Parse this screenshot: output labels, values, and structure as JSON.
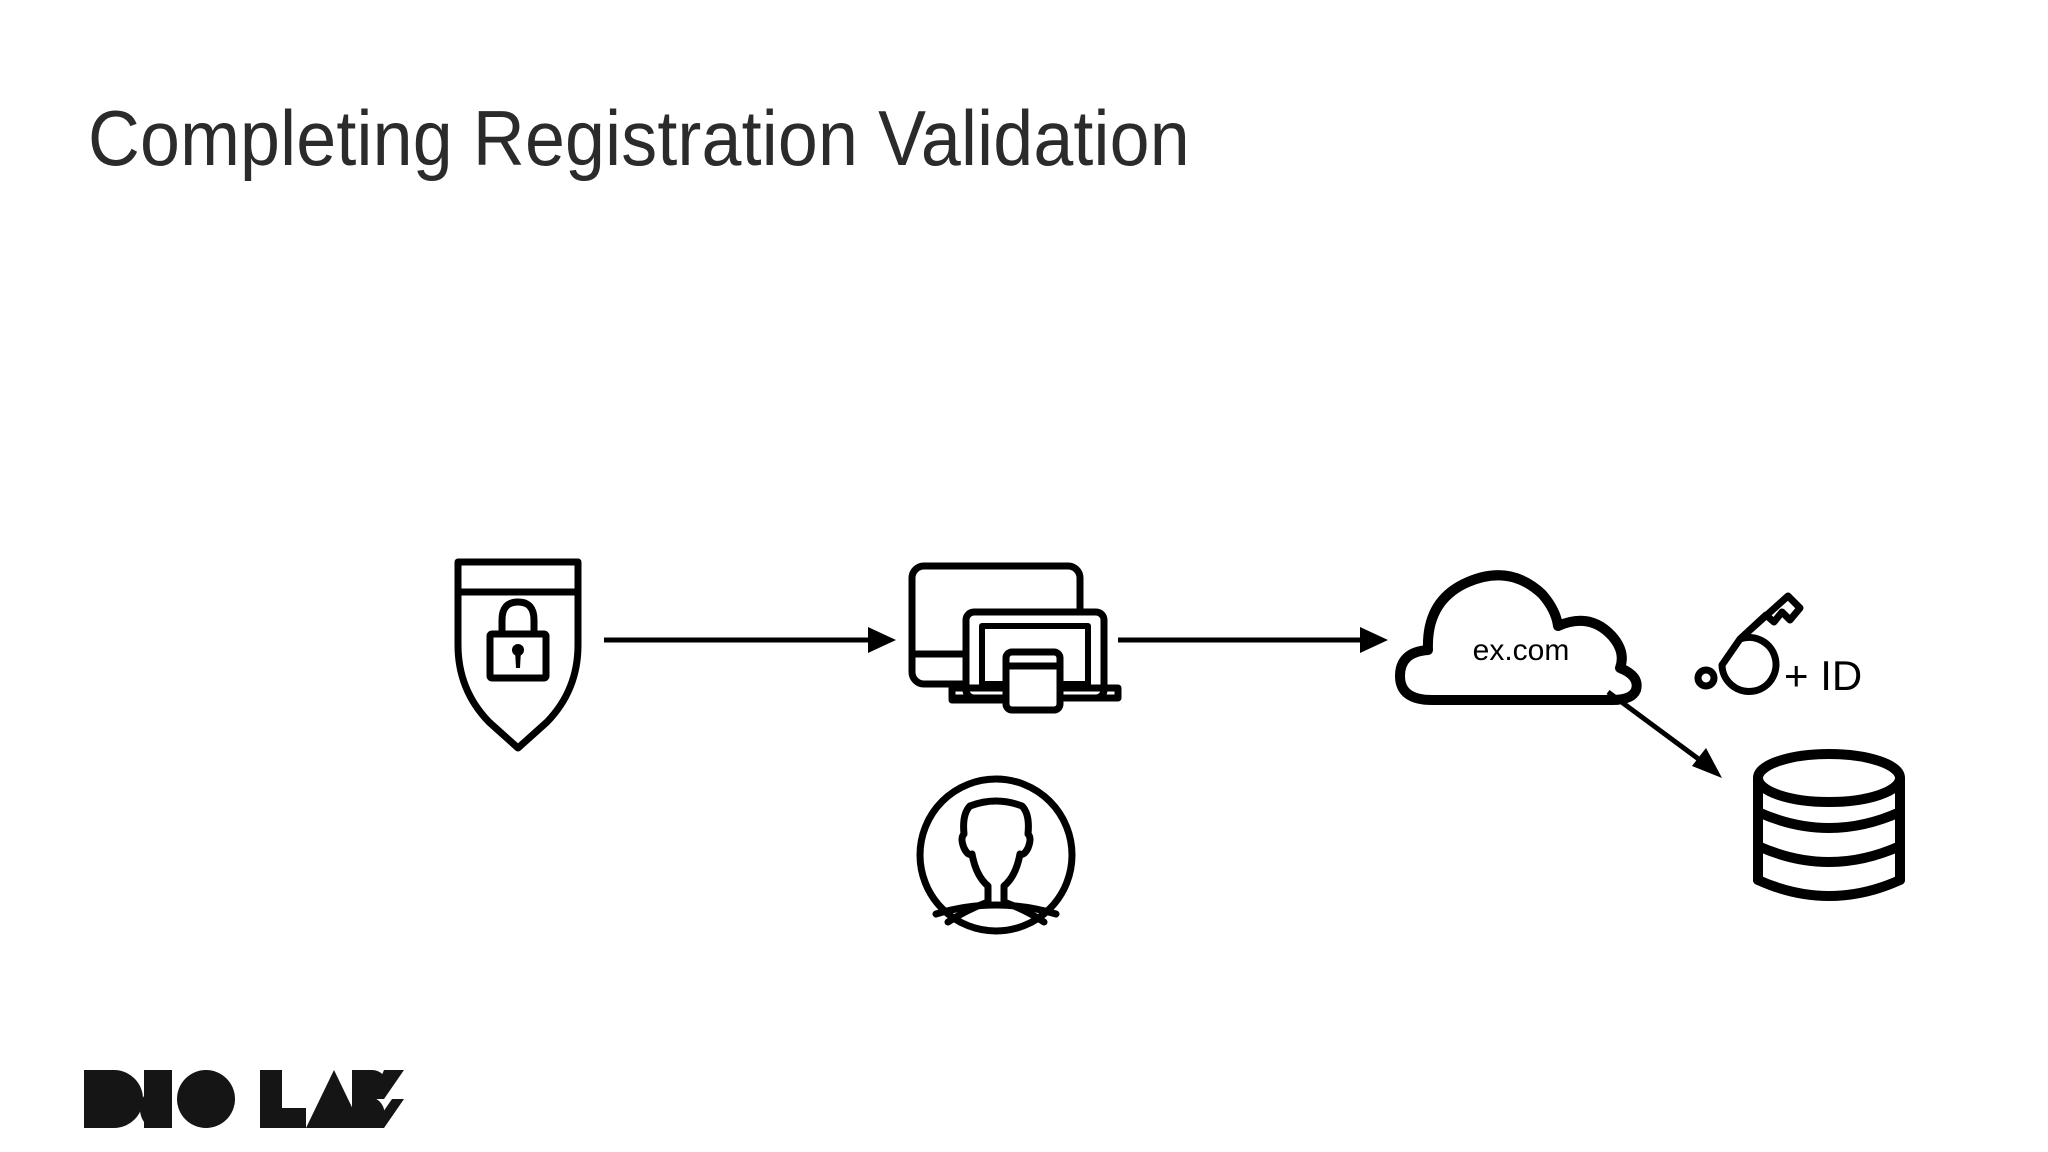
{
  "slide": {
    "title": "Completing Registration Validation",
    "background_color": "#ffffff",
    "title_color": "#2b2b2b",
    "ink_color": "#000000"
  },
  "diagram": {
    "type": "flow",
    "nodes": [
      {
        "id": "authenticator",
        "icon": "shield-lock-icon",
        "label": ""
      },
      {
        "id": "client-devices",
        "icon": "multi-device-icon",
        "label": ""
      },
      {
        "id": "user",
        "icon": "user-avatar-icon",
        "label": ""
      },
      {
        "id": "relying-party",
        "icon": "cloud-icon",
        "label": "ex.com"
      },
      {
        "id": "credential",
        "icon": "key-icon",
        "label": "+ ID"
      },
      {
        "id": "datastore",
        "icon": "database-icon",
        "label": ""
      }
    ],
    "edges": [
      {
        "from": "authenticator",
        "to": "client-devices",
        "style": "arrow"
      },
      {
        "from": "client-devices",
        "to": "relying-party",
        "style": "arrow"
      },
      {
        "from": "relying-party",
        "to": "datastore",
        "style": "arrow-diagonal"
      }
    ],
    "cloud_label": "ex.com",
    "credential_label": "+ ID"
  },
  "logo": {
    "text": "DUO LABS",
    "color": "#151515"
  }
}
